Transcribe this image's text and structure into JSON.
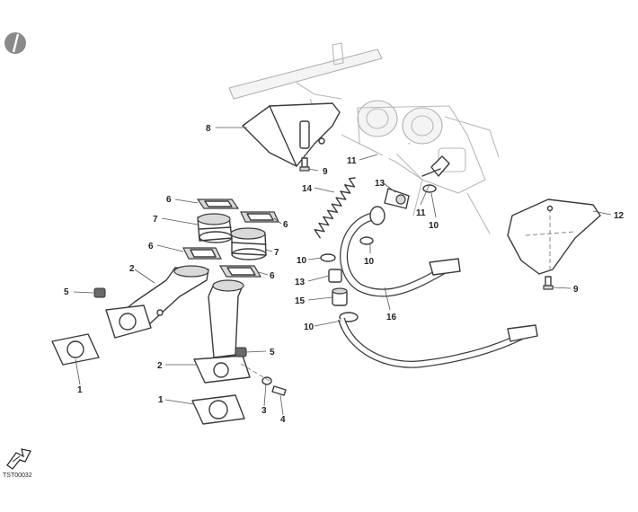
{
  "diagram": {
    "callouts": [
      {
        "label": "1"
      },
      {
        "label": "1"
      },
      {
        "label": "2"
      },
      {
        "label": "2"
      },
      {
        "label": "3"
      },
      {
        "label": "4"
      },
      {
        "label": "5"
      },
      {
        "label": "5"
      },
      {
        "label": "6"
      },
      {
        "label": "6"
      },
      {
        "label": "6"
      },
      {
        "label": "6"
      },
      {
        "label": "7"
      },
      {
        "label": "7"
      },
      {
        "label": "8"
      },
      {
        "label": "9"
      },
      {
        "label": "9"
      },
      {
        "label": "10"
      },
      {
        "label": "10"
      },
      {
        "label": "10"
      },
      {
        "label": "10"
      },
      {
        "label": "11"
      },
      {
        "label": "11"
      },
      {
        "label": "12"
      },
      {
        "label": "13"
      },
      {
        "label": "13"
      },
      {
        "label": "14"
      },
      {
        "label": "15"
      },
      {
        "label": "16"
      }
    ],
    "drawing_code": "TST00032"
  }
}
